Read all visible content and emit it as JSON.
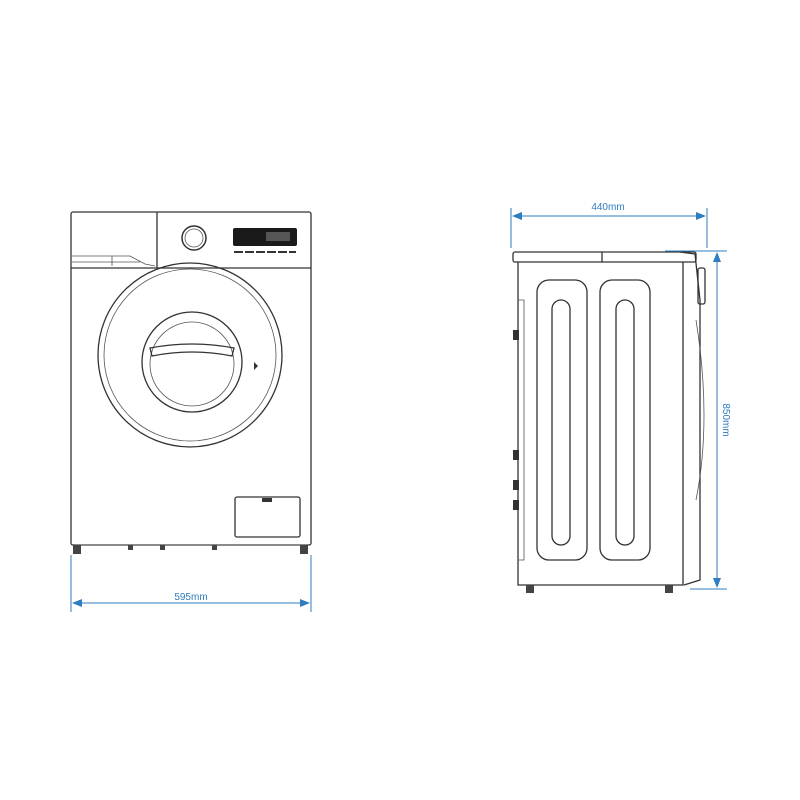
{
  "dimensions": {
    "width": "595mm",
    "depth": "440mm",
    "height": "850mm"
  },
  "colors": {
    "dimension_line": "#2f7cbf",
    "drawing_line": "#333333"
  }
}
